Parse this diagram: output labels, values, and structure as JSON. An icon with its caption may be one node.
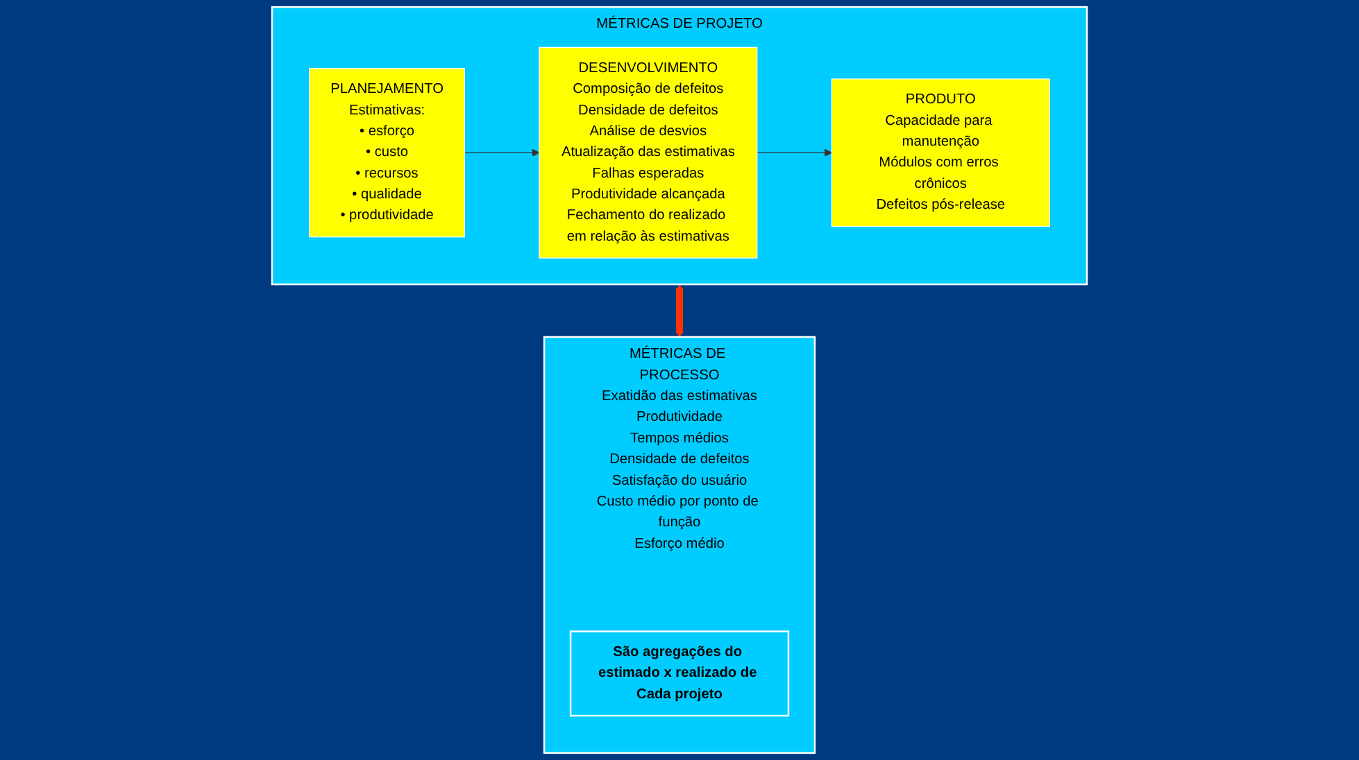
{
  "diagram": {
    "nodes": [
      {
        "text": [
          "MÉTRICAS DE PROJETO"
        ]
      },
      {
        "text": [
          "PLANEJAMENTO",
          "Estimativas:",
          "• esforço",
          "• custo",
          "• recursos",
          "• qualidade",
          "• produtividade"
        ],
        "in": 0
      },
      {
        "text": [
          "DESENVOLVIMENTO",
          "Composição de defeitos",
          "Densidade de defeitos",
          "Análise de desvios",
          "Atualização das estimativas",
          "Falhas esperadas",
          "Produtividade alcançada",
          "Fechamento do realizado em relação às estimativas"
        ],
        "in": 0
      },
      {
        "text": [
          "PRODUTO",
          "Capacidade para manutenção",
          "Módulos com erros crônicos",
          "Defeitos pós-release"
        ],
        "in": 0
      },
      {
        "text": [
          "MÉTRICAS DE PROCESSO",
          "Exatidão das estimativas",
          "Produtividade",
          "Tempos médios",
          "Densidade de defeitos",
          "Satisfação do usuário",
          "Custo médio por ponto de função",
          "Esforço médio"
        ]
      },
      {
        "text": [
          "São agregações do estimado x realizado de Cada projeto"
        ],
        "in": 4
      }
    ],
    "edges": [
      {
        "from": 1,
        "to": 2,
        "arrow": "to"
      },
      {
        "from": 2,
        "to": 3,
        "arrow": "to"
      },
      {
        "from": 0,
        "to": 4,
        "arrow": "both",
        "style": "thick",
        "color": "#ff3300"
      }
    ]
  }
}
